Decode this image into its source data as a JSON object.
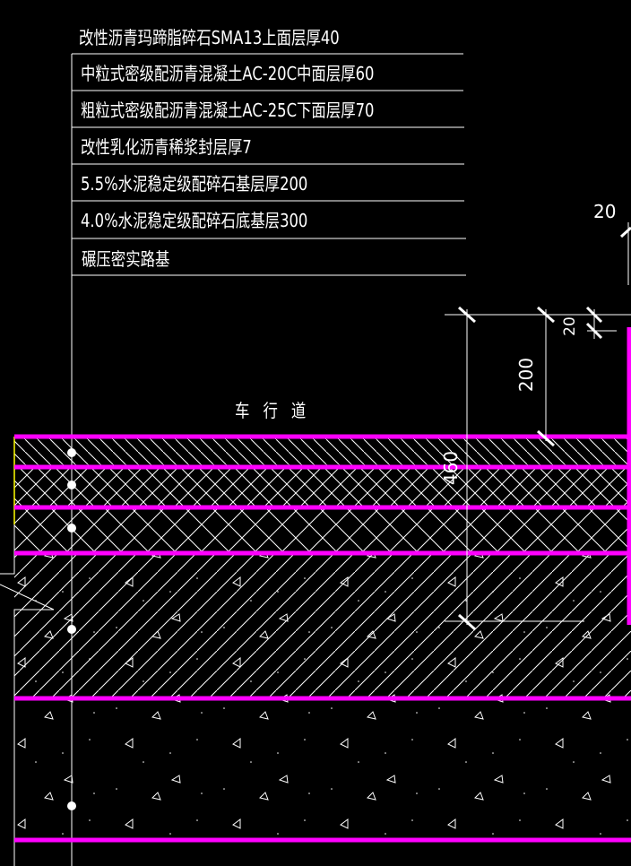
{
  "legend_labels": [
    "改性沥青玛蹄脂碎石SMA13上面层厚40",
    "中粒式密级配沥青混凝土AC-20C中面层厚60",
    "粗粒式密级配沥青混凝土AC-25C下面层厚70",
    "改性乳化沥青稀浆封层厚7",
    "5.5%水泥稳定级配碎石基层厚200",
    "4.0%水泥稳定级配碎石底基层300",
    "碾压密实路基"
  ],
  "section_title": "车 行 道",
  "dimensions": {
    "d200": "200",
    "d20a": "20",
    "d460": "460",
    "d20b": "20"
  },
  "colors": {
    "background": "#000000",
    "layer_line": "#ff00ff",
    "linework": "#ffffff",
    "edge": "#ffff00"
  }
}
